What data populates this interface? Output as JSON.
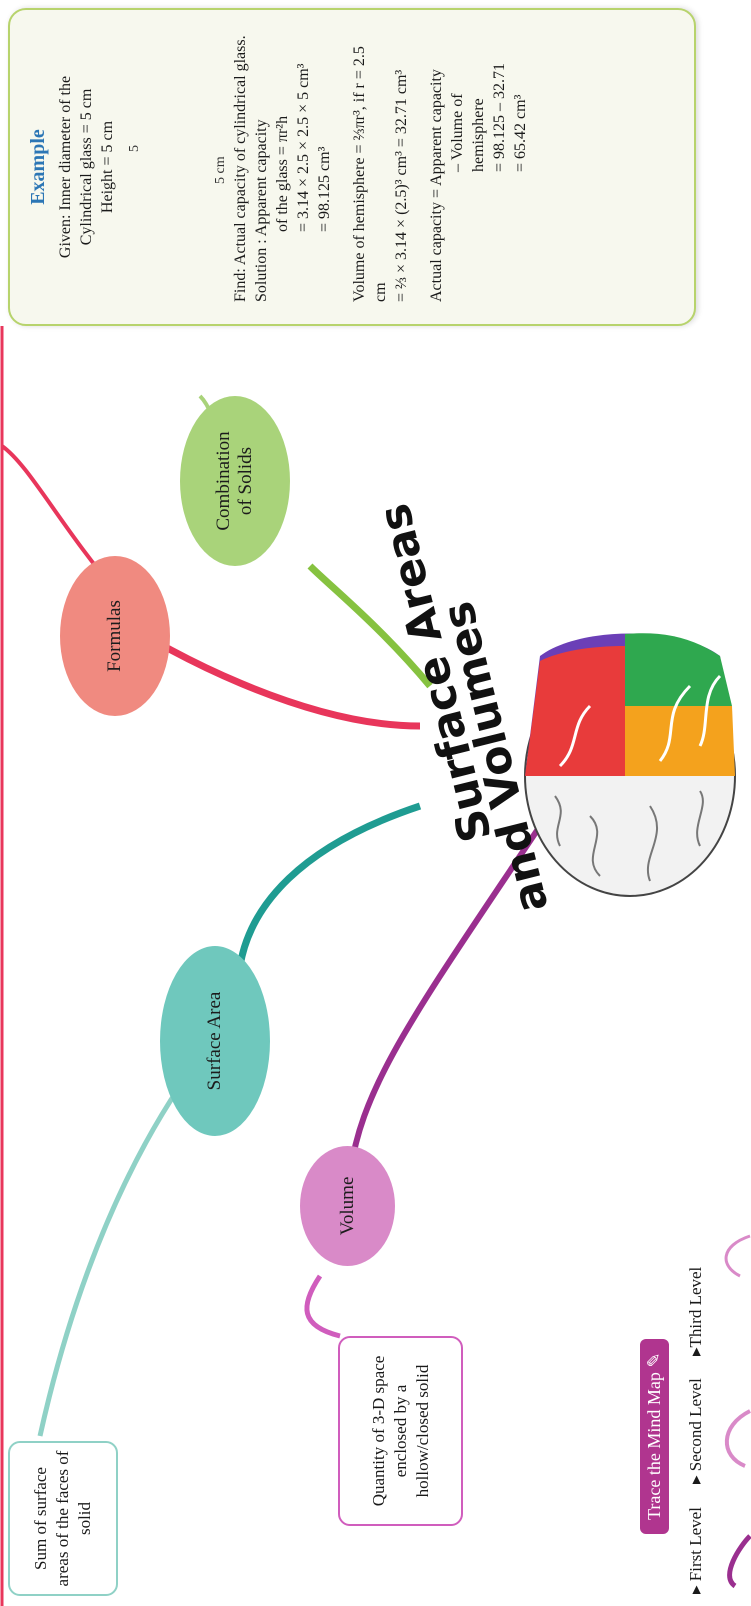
{
  "center": {
    "line1": "Surface Areas",
    "line2": "and Volumes"
  },
  "nodes": {
    "formulas": "Formulas",
    "combination": "Combination of Solids",
    "surface_area": "Surface Area",
    "volume": "Volume"
  },
  "boxes": {
    "surface_def": "Sum of surface areas of the faces of solid",
    "volume_def": "Quantity of 3-D space enclosed by a hollow/closed solid"
  },
  "example": {
    "title": "Example",
    "given1": "Given: Inner diameter of the",
    "given2": "Cylindrical glass = 5 cm",
    "given3": "Height = 5 cm",
    "fig_top": "5",
    "fig_side": "5 cm",
    "find": "Find: Actual capacity of cylindrical glass.",
    "sol1": "Solution : Apparent capacity",
    "sol2": "of the glass = πr²h",
    "sol3": "= 3.14 × 2.5 × 2.5 × 5 cm³",
    "sol4": "= 98.125 cm³",
    "hemi1": "Volume of hemisphere = ⅔πr³, if r = 2.5 cm",
    "hemi2": "= ⅔ × 3.14 × (2.5)³ cm³ = 32.71 cm³",
    "act1": "Actual capacity = Apparent capacity",
    "act2": "– Volume of hemisphere",
    "act3": "= 98.125 – 32.71",
    "act4": "= 65.42 cm³"
  },
  "legend": {
    "badge": "Trace the  Mind Map",
    "first": "First Level",
    "second": "Second Level",
    "third": "Third Level"
  },
  "colors": {
    "formulas": "#f08a80",
    "combination": "#a9d37a",
    "surface": "#6fc8bd",
    "volume": "#d98ac8",
    "red_link": "#e8365b",
    "green_link": "#86c240",
    "teal_link": "#1f9c92",
    "purple_link": "#9a2f8f",
    "example_title": "#2c76b5"
  }
}
